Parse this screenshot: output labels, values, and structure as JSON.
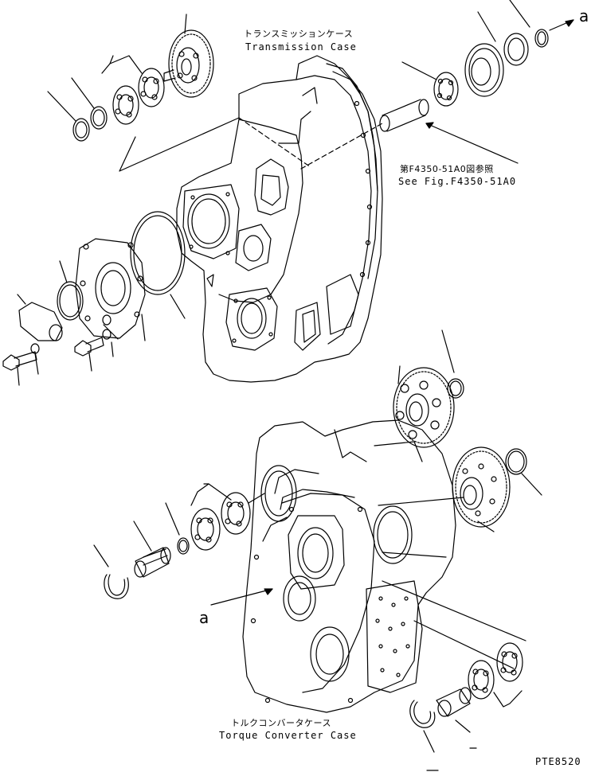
{
  "labels": {
    "transmission_case_jp": "トランスミッションケース",
    "transmission_case_en": "Transmission Case",
    "see_fig_jp": "第F4350-51A0図参照",
    "see_fig_en": "See Fig.F4350-51A0",
    "torque_converter_jp": "トルクコンバータケース",
    "torque_converter_en": "Torque Converter Case",
    "drawing_code": "PTE8520",
    "mark_a_top": "a",
    "mark_a_left": "a"
  }
}
